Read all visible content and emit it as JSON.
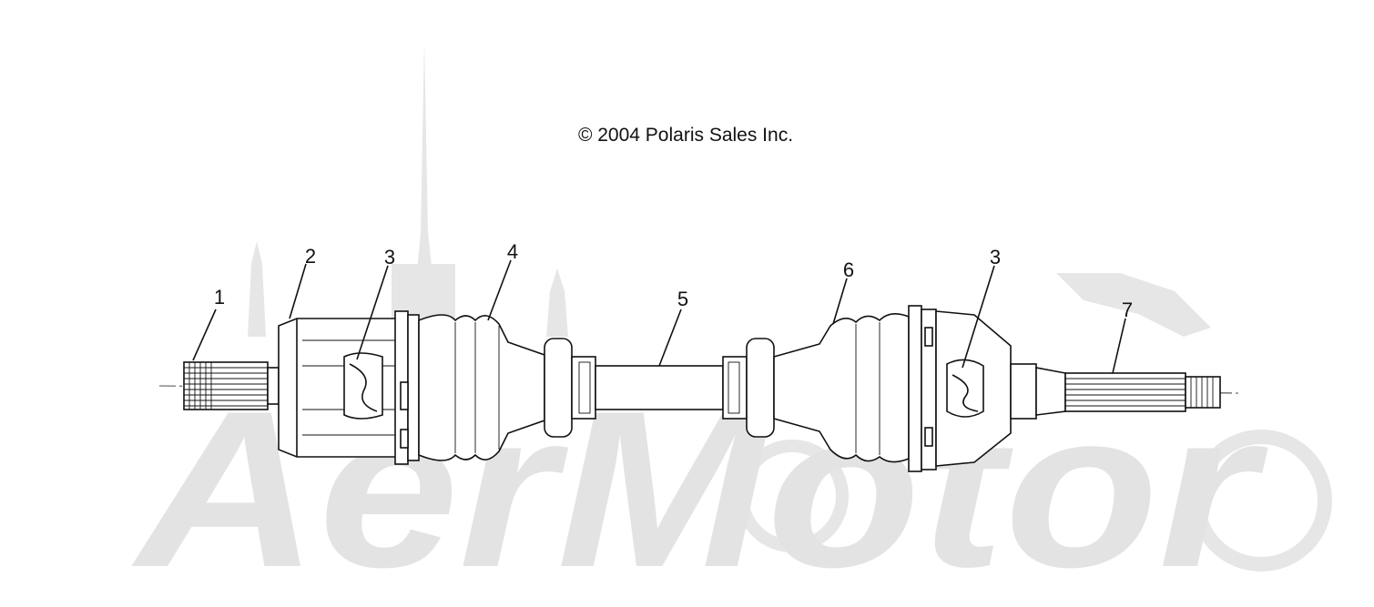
{
  "copyright": "© 2004 Polaris Sales Inc.",
  "watermark": {
    "logo_text": "AerMotor",
    "color": "#e3e3e3"
  },
  "callouts": [
    {
      "id": "1",
      "label": "1"
    },
    {
      "id": "2",
      "label": "2"
    },
    {
      "id": "3a",
      "label": "3"
    },
    {
      "id": "4",
      "label": "4"
    },
    {
      "id": "5",
      "label": "5"
    },
    {
      "id": "6",
      "label": "6"
    },
    {
      "id": "3b",
      "label": "3"
    },
    {
      "id": "7",
      "label": "7"
    }
  ]
}
